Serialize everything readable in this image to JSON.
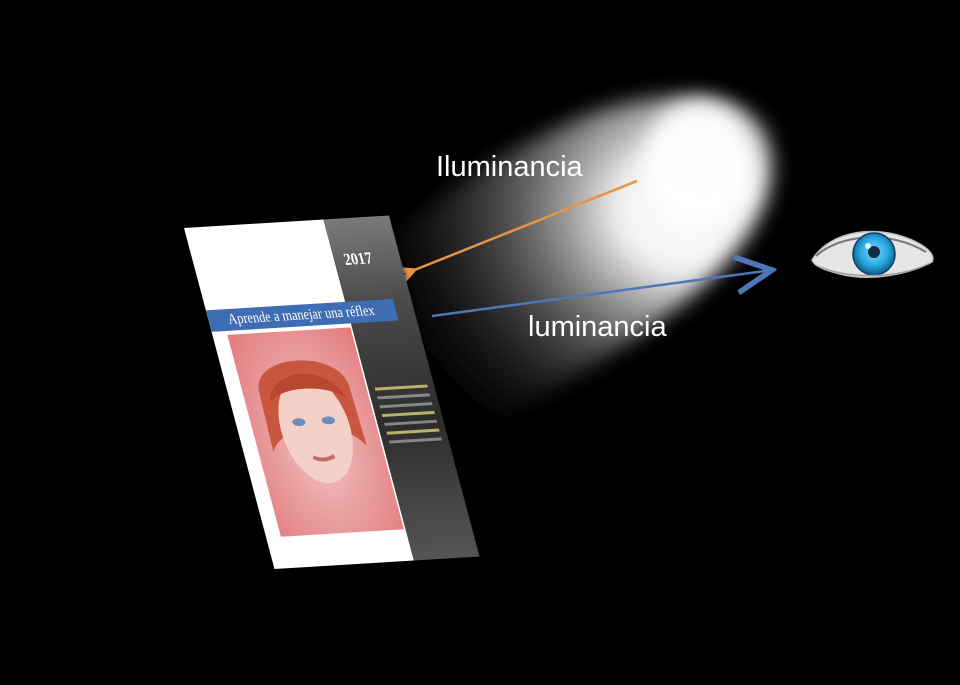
{
  "labels": {
    "illuminance": "Iluminancia",
    "luminance": "luminancia"
  },
  "book_cover": {
    "year": "2017",
    "title": "Aprende a manejar una réflex"
  },
  "colors": {
    "background": "#000000",
    "illuminance_arrow": "#e89448",
    "luminance_arrow": "#4f77b8",
    "cover_band": "#3f6db3",
    "iris": "#2aa8e0"
  },
  "icons": [
    "light-beam",
    "book-cover",
    "eye-icon",
    "arrow-illuminance",
    "arrow-luminance"
  ]
}
